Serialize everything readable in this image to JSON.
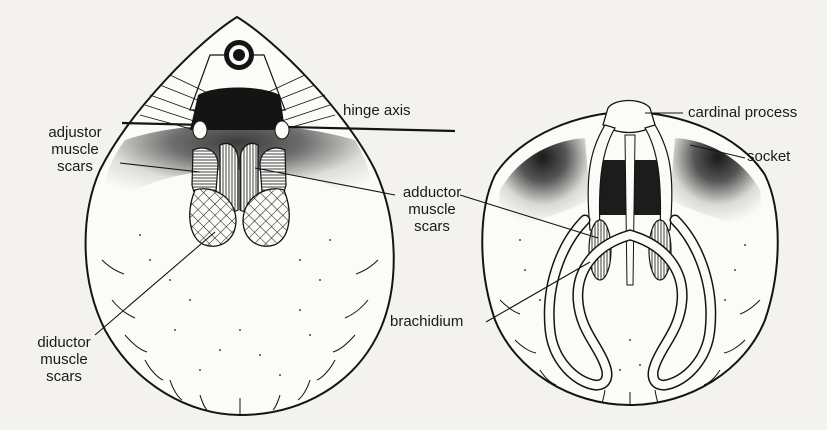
{
  "labels": {
    "hinge_axis": "hinge axis",
    "adjustor": [
      "adjustor",
      "muscle",
      "scars"
    ],
    "adductor": [
      "adductor",
      "muscle",
      "scars"
    ],
    "diductor": [
      "diductor",
      "muscle",
      "scars"
    ],
    "cardinal_process": "cardinal process",
    "socket": "socket",
    "brachidium": "brachidium"
  },
  "colors": {
    "ink": "#141414",
    "paper": "#f3f2ee",
    "shell": "#fbfbf8"
  }
}
